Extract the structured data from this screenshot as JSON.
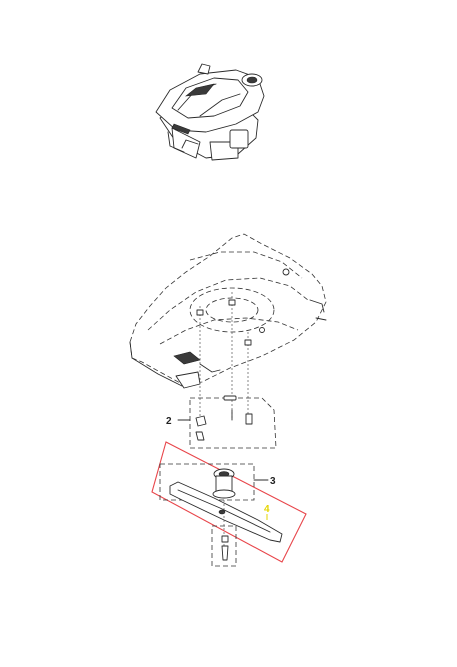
{
  "callouts": {
    "deck_hardware": "2",
    "blade_adapter": "3",
    "blade": "4"
  },
  "colors": {
    "highlight_box": "#e8454a",
    "highlight_label": "#e6d600",
    "line_art": "#2b2b2b"
  }
}
